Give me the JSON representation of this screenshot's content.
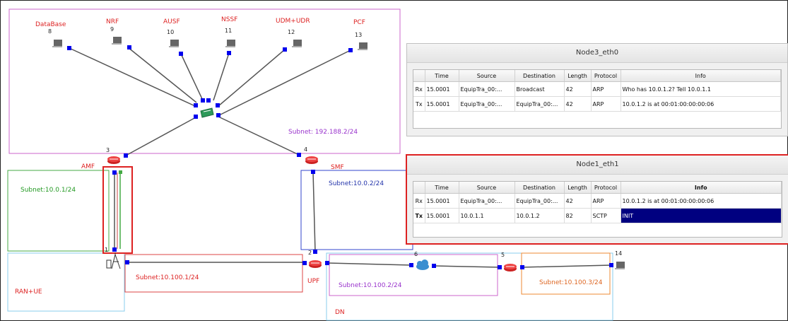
{
  "topology": {
    "core_nodes": [
      {
        "name": "DataBase",
        "id": "8"
      },
      {
        "name": "NRF",
        "id": "9"
      },
      {
        "name": "AUSF",
        "id": "10"
      },
      {
        "name": "NSSF",
        "id": "11"
      },
      {
        "name": "UDM+UDR",
        "id": "12"
      },
      {
        "name": "PCF",
        "id": "13"
      }
    ],
    "core_subnet": "Subnet: 192.188.2/24",
    "amf": {
      "name": "AMF",
      "id": "3",
      "subnet": "Subnet:10.0.1/24"
    },
    "smf": {
      "name": "SMF",
      "id": "4",
      "subnet": "Subnet:10.0.2/24"
    },
    "ran": {
      "name": "RAN+UE",
      "id": "1",
      "subnet": "Subnet:10.100.1/24"
    },
    "upf": {
      "name": "UPF",
      "id": "2"
    },
    "dn": {
      "name": "DN",
      "cloud_id": "6",
      "router_id": "5",
      "subnet": "Subnet:10.100.2/24"
    },
    "host14": {
      "id": "14",
      "subnet": "Subnet:10.100.3/24"
    },
    "colors": {
      "core_border": "#cc66cc",
      "amf_border": "#44aa44",
      "ran_border": "#88ccee",
      "smf_border": "#3344cc",
      "upf_border": "#dd4444",
      "dn_border": "#88ccee",
      "dn_inner_border": "#cc66cc",
      "host_border": "#ee8833",
      "label_red": "#dd2222",
      "label_purple": "#9933cc",
      "label_green": "#229922",
      "label_blue": "#2233aa",
      "label_orange": "#dd6622",
      "port_blue": "#0000ee",
      "highlight_red": "#dd2222"
    }
  },
  "panels": {
    "columns": [
      "Time",
      "Source",
      "Destination",
      "Length",
      "Protocol",
      "Info"
    ],
    "node3": {
      "title": "Node3_eth0",
      "rows": [
        {
          "dir": "Rx",
          "time": "15.0001",
          "source": "EquipTra_00:...",
          "destination": "Broadcast",
          "length": "42",
          "protocol": "ARP",
          "info": "Who has 10.0.1.2? Tell 10.0.1.1"
        },
        {
          "dir": "Tx",
          "time": "15.0001",
          "source": "EquipTra_00:...",
          "destination": "EquipTra_00:...",
          "length": "42",
          "protocol": "ARP",
          "info": "10.0.1.2 is at 00:01:00:00:00:06"
        }
      ]
    },
    "node1": {
      "title": "Node1_eth1",
      "rows": [
        {
          "dir": "Rx",
          "time": "15.0001",
          "source": "EquipTra_00:...",
          "destination": "EquipTra_00:...",
          "length": "42",
          "protocol": "ARP",
          "info": "10.0.1.2 is at 00:01:00:00:00:06"
        },
        {
          "dir": "Tx",
          "time": "15.0001",
          "source": "10.0.1.1",
          "destination": "10.0.1.2",
          "length": "82",
          "protocol": "SCTP",
          "info": "INIT"
        }
      ]
    }
  }
}
